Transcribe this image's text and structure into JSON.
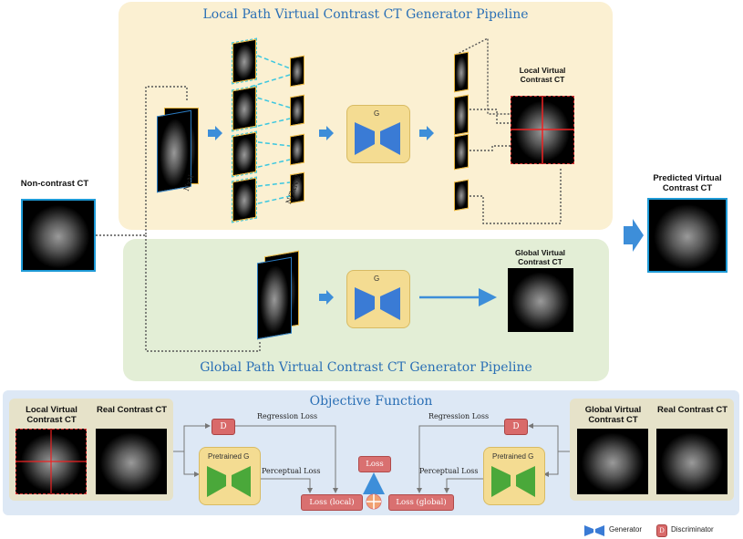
{
  "local_panel": {
    "title": "Local Path Virtual Contrast CT Generator Pipeline"
  },
  "global_panel": {
    "title": "Global Path Virtual Contrast CT Generator Pipeline"
  },
  "objective": {
    "title": "Objective Function"
  },
  "input": {
    "label": "Non-contrast CT"
  },
  "output": {
    "label": "Predicted Virtual Contrast CT"
  },
  "local_output": {
    "label": "Local Virtual Contrast CT"
  },
  "global_output": {
    "label": "Global Virtual Contrast CT"
  },
  "dims": {
    "full": "NxN",
    "half": "N/2xN/2"
  },
  "generator": {
    "label": "G"
  },
  "obj_left": {
    "local_label": "Local Virtual Contrast CT",
    "real_label": "Real Contrast CT"
  },
  "obj_right": {
    "global_label": "Global Virtual Contrast CT",
    "real_label": "Real Contrast CT"
  },
  "losses": {
    "regression": "Regression Loss",
    "perceptual": "Perceptual Loss",
    "pretrained": "Pretrained G",
    "discriminator_box": "D",
    "total": "Loss",
    "local": "Loss (local)",
    "global": "Loss (global)"
  },
  "legend": {
    "generator": "Generator",
    "discriminator": "Discriminator",
    "d_symbol": "D"
  },
  "colors": {
    "local_bg": "#fbf0d2",
    "global_bg": "#e3eed6",
    "objective_bg": "#dde8f5",
    "accent": "#2a6fb5",
    "arrow": "#3d8ed9"
  }
}
